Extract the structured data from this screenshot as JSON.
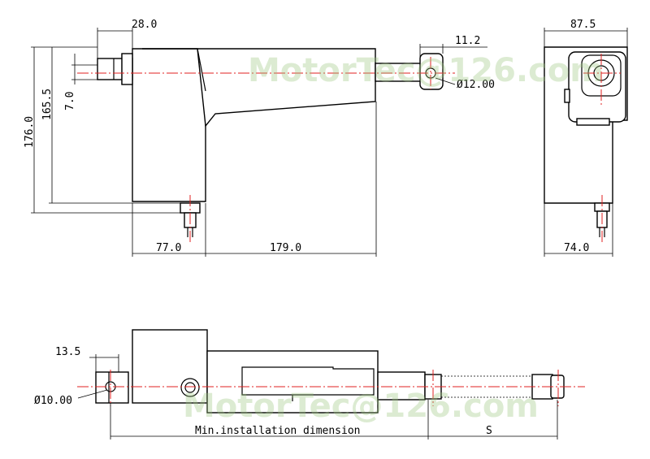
{
  "watermark": "MotorTec@126.com",
  "top_view": {
    "dim_width_total_in": "28.0",
    "dim_right_end": "11.2",
    "dim_hole_diameter": "Ø12.00",
    "dim_height_total": "176.0",
    "dim_height_inner": "165.5",
    "dim_offset": "7.0",
    "dim_base_left": "77.0",
    "dim_base_right": "179.0"
  },
  "side_view": {
    "dim_top_width": "87.5",
    "dim_bottom_width": "74.0"
  },
  "bottom_view": {
    "dim_clevis_offset": "13.5",
    "dim_hole_diameter": "Ø10.00",
    "dim_min_install": "Min.installation dimension",
    "dim_stroke": "S"
  }
}
